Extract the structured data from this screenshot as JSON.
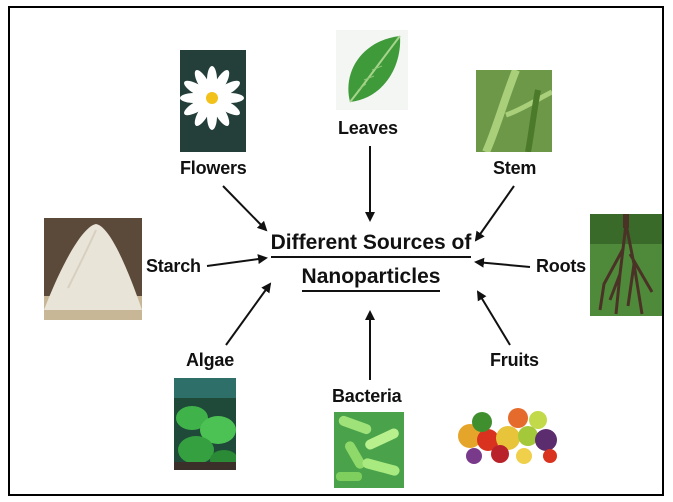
{
  "center": {
    "line1": "Different Sources of",
    "line2": "Nanoparticles"
  },
  "sources": {
    "leaves": "Leaves",
    "flowers": "Flowers",
    "stem": "Stem",
    "starch": "Starch",
    "roots": "Roots",
    "algae": "Algae",
    "bacteria": "Bacteria",
    "fruits": "Fruits"
  },
  "colors": {
    "text": "#111111",
    "arrow": "#111111",
    "border": "#000000"
  }
}
